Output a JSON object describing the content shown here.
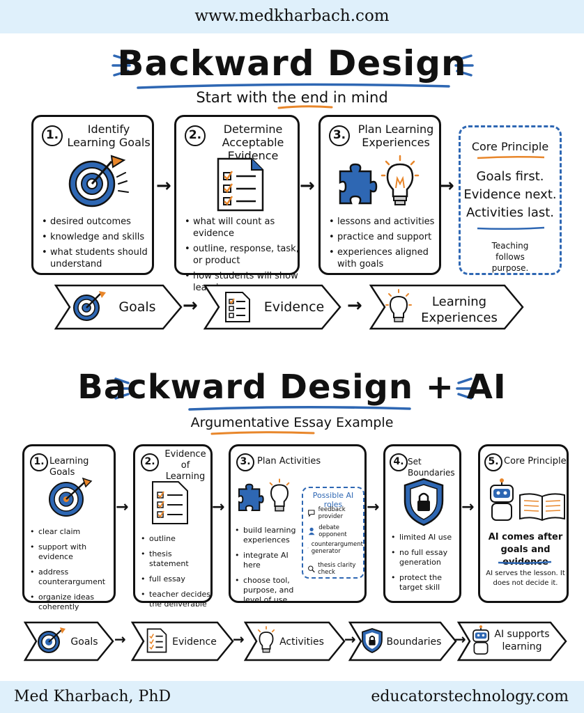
{
  "header": {
    "site_url": "www.medkharbach.com"
  },
  "footer": {
    "author": "Med Kharbach, PhD",
    "site": "educatorstechnology.com"
  },
  "section1": {
    "title": "Backward Design",
    "subtitle": "Start with the end in mind",
    "steps": [
      {
        "number": "1.",
        "title": "Identify Learning Goals",
        "bullets": [
          "desired outcomes",
          "knowledge and skills",
          "what students should understand"
        ]
      },
      {
        "number": "2.",
        "title": "Determine Acceptable Evidence",
        "bullets": [
          "what will count as evidence",
          "outline, response, task, or product",
          "how students will show learning"
        ]
      },
      {
        "number": "3.",
        "title": "Plan Learning Experiences",
        "bullets": [
          "lessons and activities",
          "practice and support",
          "experiences aligned with goals"
        ]
      }
    ],
    "core": {
      "title": "Core Principle",
      "lines": [
        "Goals first.",
        "Evidence next.",
        "Activities last."
      ],
      "note": "Teaching follows purpose."
    },
    "flow": [
      "Goals",
      "Evidence",
      "Learning Experiences"
    ]
  },
  "section2": {
    "title": "Backward Design + AI",
    "subtitle": "Argumentative Essay Example",
    "steps": [
      {
        "number": "1.",
        "title": "Learning Goals",
        "bullets": [
          "clear claim",
          "support with evidence",
          "address counterargument",
          "organize ideas coherently"
        ]
      },
      {
        "number": "2.",
        "title": "Evidence of Learning",
        "bullets": [
          "outline",
          "thesis statement",
          "full essay",
          "teacher decides the deliverable"
        ]
      },
      {
        "number": "3.",
        "title": "Plan Activities",
        "bullets": [
          "build learning experiences",
          "integrate AI here",
          "choose tool, purpose, and level of use"
        ]
      },
      {
        "number": "4.",
        "title": "Set Boundaries",
        "bullets": [
          "limited AI use",
          "no full essay generation",
          "protect the target skill"
        ]
      },
      {
        "number": "5.",
        "title": "Core Principle",
        "headline": "AI comes after goals and evidence",
        "note": "AI serves the lesson. It does not decide it."
      }
    ],
    "ai_roles": {
      "title": "Possible AI roles",
      "items": [
        "feedback provider",
        "debate opponent",
        "counterargument generator",
        "thesis clarity check"
      ]
    },
    "flow": [
      "Goals",
      "Evidence",
      "Activities",
      "Boundaries",
      "AI supports learning"
    ]
  },
  "colors": {
    "accent_blue": "#2e67b3",
    "accent_orange": "#e8862a",
    "band": "#dff0fb",
    "ink": "#111111"
  },
  "icons": [
    "target-icon",
    "checklist-icon",
    "puzzle-icon",
    "lightbulb-icon",
    "shield-lock-icon",
    "robot-icon",
    "book-icon",
    "chat-icon",
    "person-icon",
    "cycle-icon",
    "magnifier-icon"
  ]
}
